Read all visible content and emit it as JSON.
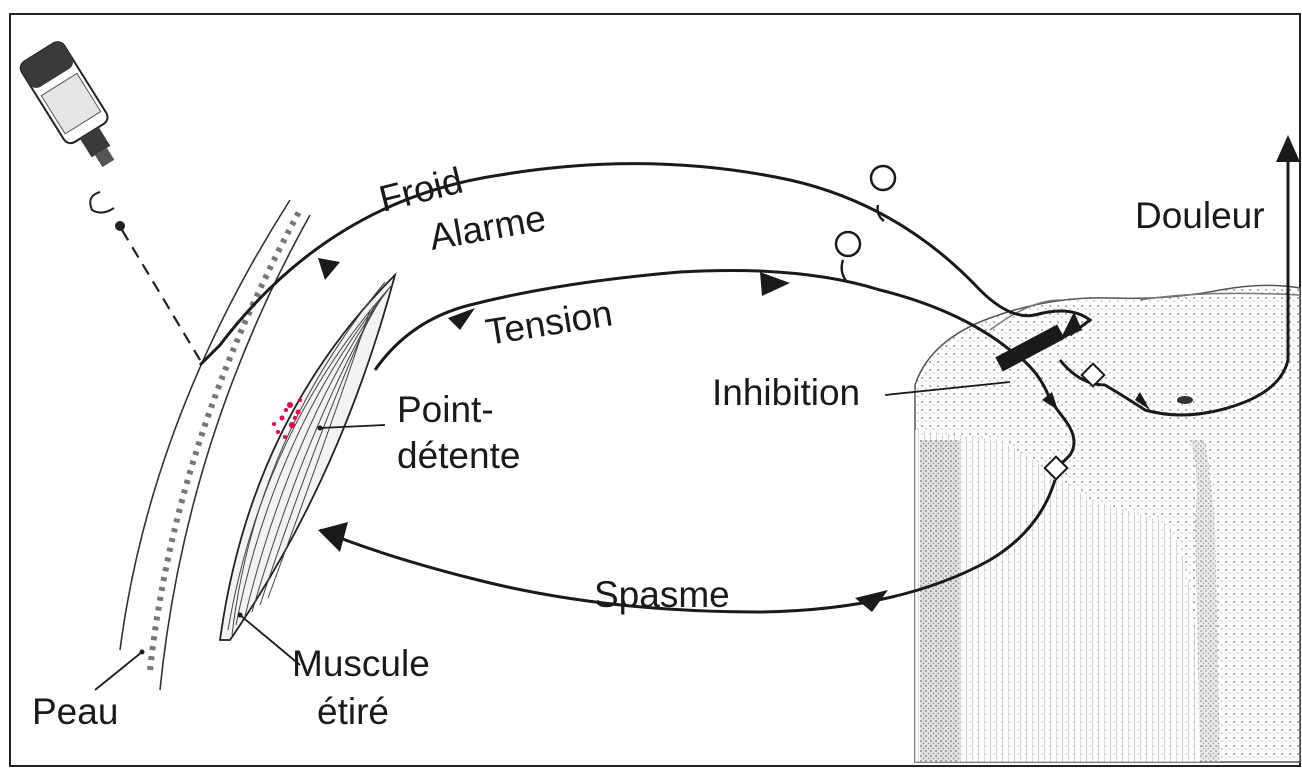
{
  "labels": {
    "froid": "Froid",
    "alarme": "Alarme",
    "tension": "Tension",
    "douleur": "Douleur",
    "inhibition": "Inhibition",
    "point_line1": "Point-",
    "point_line2": "détente",
    "spasme": "Spasme",
    "muscule_line1": "Muscule",
    "muscule_line2": "étiré",
    "peau": "Peau"
  },
  "colors": {
    "ink": "#1a1a1a",
    "trigger_point": "#e8004a",
    "bottle": "#3a3a3a"
  },
  "icons": [
    "spray-bottle-icon",
    "spinal-cord-cross-section",
    "muscle-bundle",
    "skin-layer"
  ]
}
